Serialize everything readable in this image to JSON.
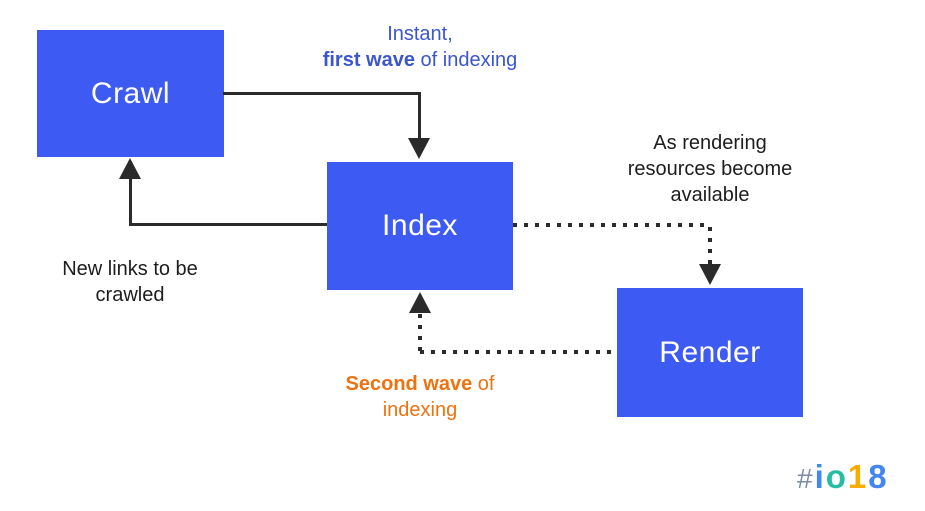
{
  "title": "Crawl / Index / Render indexing flow diagram",
  "colors": {
    "background": "#FFFFFF",
    "box_blue": "#3D5AF2",
    "node_label": "#FFFFFF",
    "arrow": "#2B2B2B",
    "text_black": "#1D1D1D",
    "text_blue": "#3A56CE",
    "text_orange": "#ED7210",
    "logo_gray": "#7C89A8",
    "logo_blue": "#4285F4",
    "logo_teal": "#27BDA2",
    "logo_yellow": "#F9AB00"
  },
  "nodes": [
    {
      "id": "crawl",
      "label": "Crawl"
    },
    {
      "id": "index",
      "label": "Index"
    },
    {
      "id": "render",
      "label": "Render"
    }
  ],
  "annotations": {
    "first_wave": {
      "line1": "Instant,",
      "line2_bold": "first wave",
      "line2_rest": " of indexing"
    },
    "render_resources": {
      "line1": "As rendering",
      "line2": "resources become",
      "line3": "available"
    },
    "new_links": {
      "line1": "New links to be",
      "line2": "crawled"
    },
    "second_wave": {
      "line1_bold": "Second wave",
      "line1_rest": " of",
      "line2": "indexing"
    }
  },
  "logo": {
    "hash": "#",
    "i": "i",
    "o": "o",
    "one": "1",
    "eight": "8"
  }
}
